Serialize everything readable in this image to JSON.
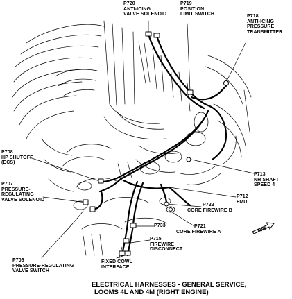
{
  "diagram": {
    "caption": {
      "line1": "ELECTRICAL HARNESSES - GENERAL SERVICE,",
      "line2": "LOOMS 4L AND 4M (RIGHT ENGINE)"
    },
    "direction_marker": "FWD",
    "callouts": {
      "p720": {
        "id": "P720",
        "line1": "ANTI-ICING",
        "line2": "VALVE SOLENOID"
      },
      "p719": {
        "id": "P719",
        "line1": "POSITION",
        "line2": "LIMIT SWITCH"
      },
      "p718": {
        "id": "P718",
        "line1": "ANTI-ICING",
        "line2": "PRESSURE",
        "line3": "TRANSMITTER"
      },
      "p708": {
        "id": "P708",
        "line1": "HP SHUTOFF",
        "line2": "(ECS)"
      },
      "p707": {
        "id": "P707",
        "line1": "PRESSURE-",
        "line2": "REGULATING",
        "line3": "VALVE SOLENOID"
      },
      "p713": {
        "id": "P713",
        "line1": "NH SHAFT",
        "line2": "SPEED 4"
      },
      "p712": {
        "id": "P712",
        "line1": "FMU"
      },
      "p722": {
        "id": "P722",
        "line1": "CORE FIREWIRE B"
      },
      "p733": {
        "id": "P733"
      },
      "p721": {
        "id": "P721",
        "line1": "CORE FIREWIRE A"
      },
      "p715": {
        "id": "P715",
        "line1": "FIREWIRE",
        "line2": "DISCONNECT"
      },
      "fixed_cowl": {
        "line1": "FIXED COWL",
        "line2": "INTERFACE"
      },
      "p706": {
        "id": "P706",
        "line1": "PRESSURE-REGULATING",
        "line2": "VALVE SWITCH"
      }
    }
  }
}
